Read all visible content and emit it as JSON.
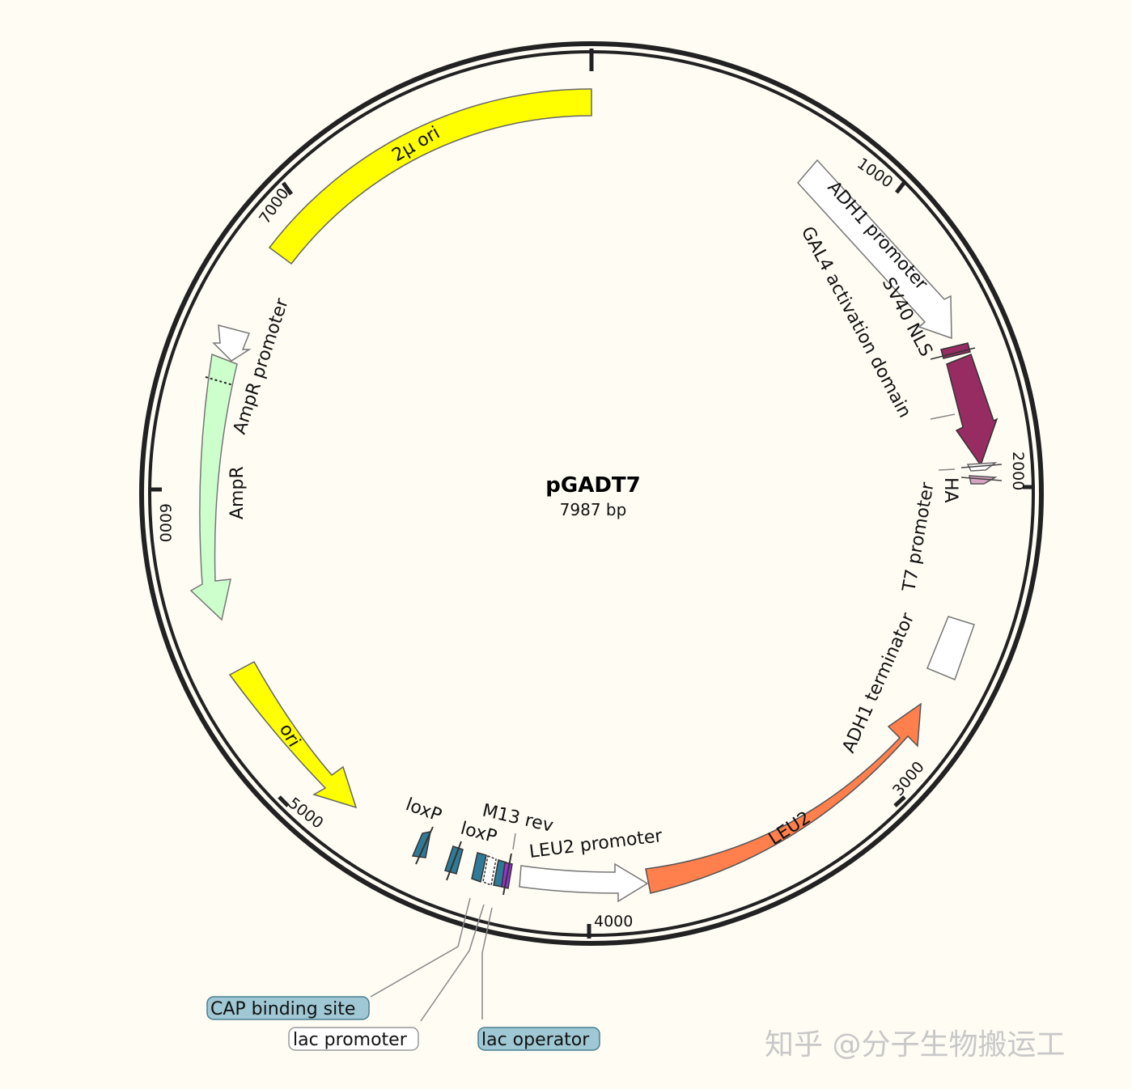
{
  "plasmid": {
    "name": "pGADT7",
    "size_label": "7987 bp"
  },
  "ticks": [
    "1000",
    "2000",
    "3000",
    "4000",
    "5000",
    "6000",
    "7000"
  ],
  "features": {
    "ori2mu": "2μ ori",
    "adh1_promoter": "ADH1 promoter",
    "sv40_nls": "SV40 NLS",
    "gal4_ad": "GAL4 activation domain",
    "ha": "HA",
    "t7_promoter": "T7 promoter",
    "adh1_terminator": "ADH1 terminator",
    "leu2": "LEU2",
    "leu2_promoter": "LEU2 promoter",
    "m13_rev": "M13 rev",
    "loxp1": "loxP",
    "loxp2": "loxP",
    "ori": "ori",
    "ampr": "AmpR",
    "ampr_promoter": "AmpR promoter"
  },
  "callouts": {
    "cap": "CAP binding site",
    "lac_promoter": "lac promoter",
    "lac_operator": "lac operator"
  },
  "colors": {
    "background": "#fffcf4",
    "ori2mu": "#ffff00",
    "gal4": "#962c62",
    "ha": "#d7a3c0",
    "leu2": "#ff7f4d",
    "ampr": "#ccffcc",
    "loxp": "#2f7a96",
    "lac_operator": "#9b30d8",
    "callout_fill": "#9fc8d4"
  },
  "watermark": "知乎 @分子生物搬运工"
}
